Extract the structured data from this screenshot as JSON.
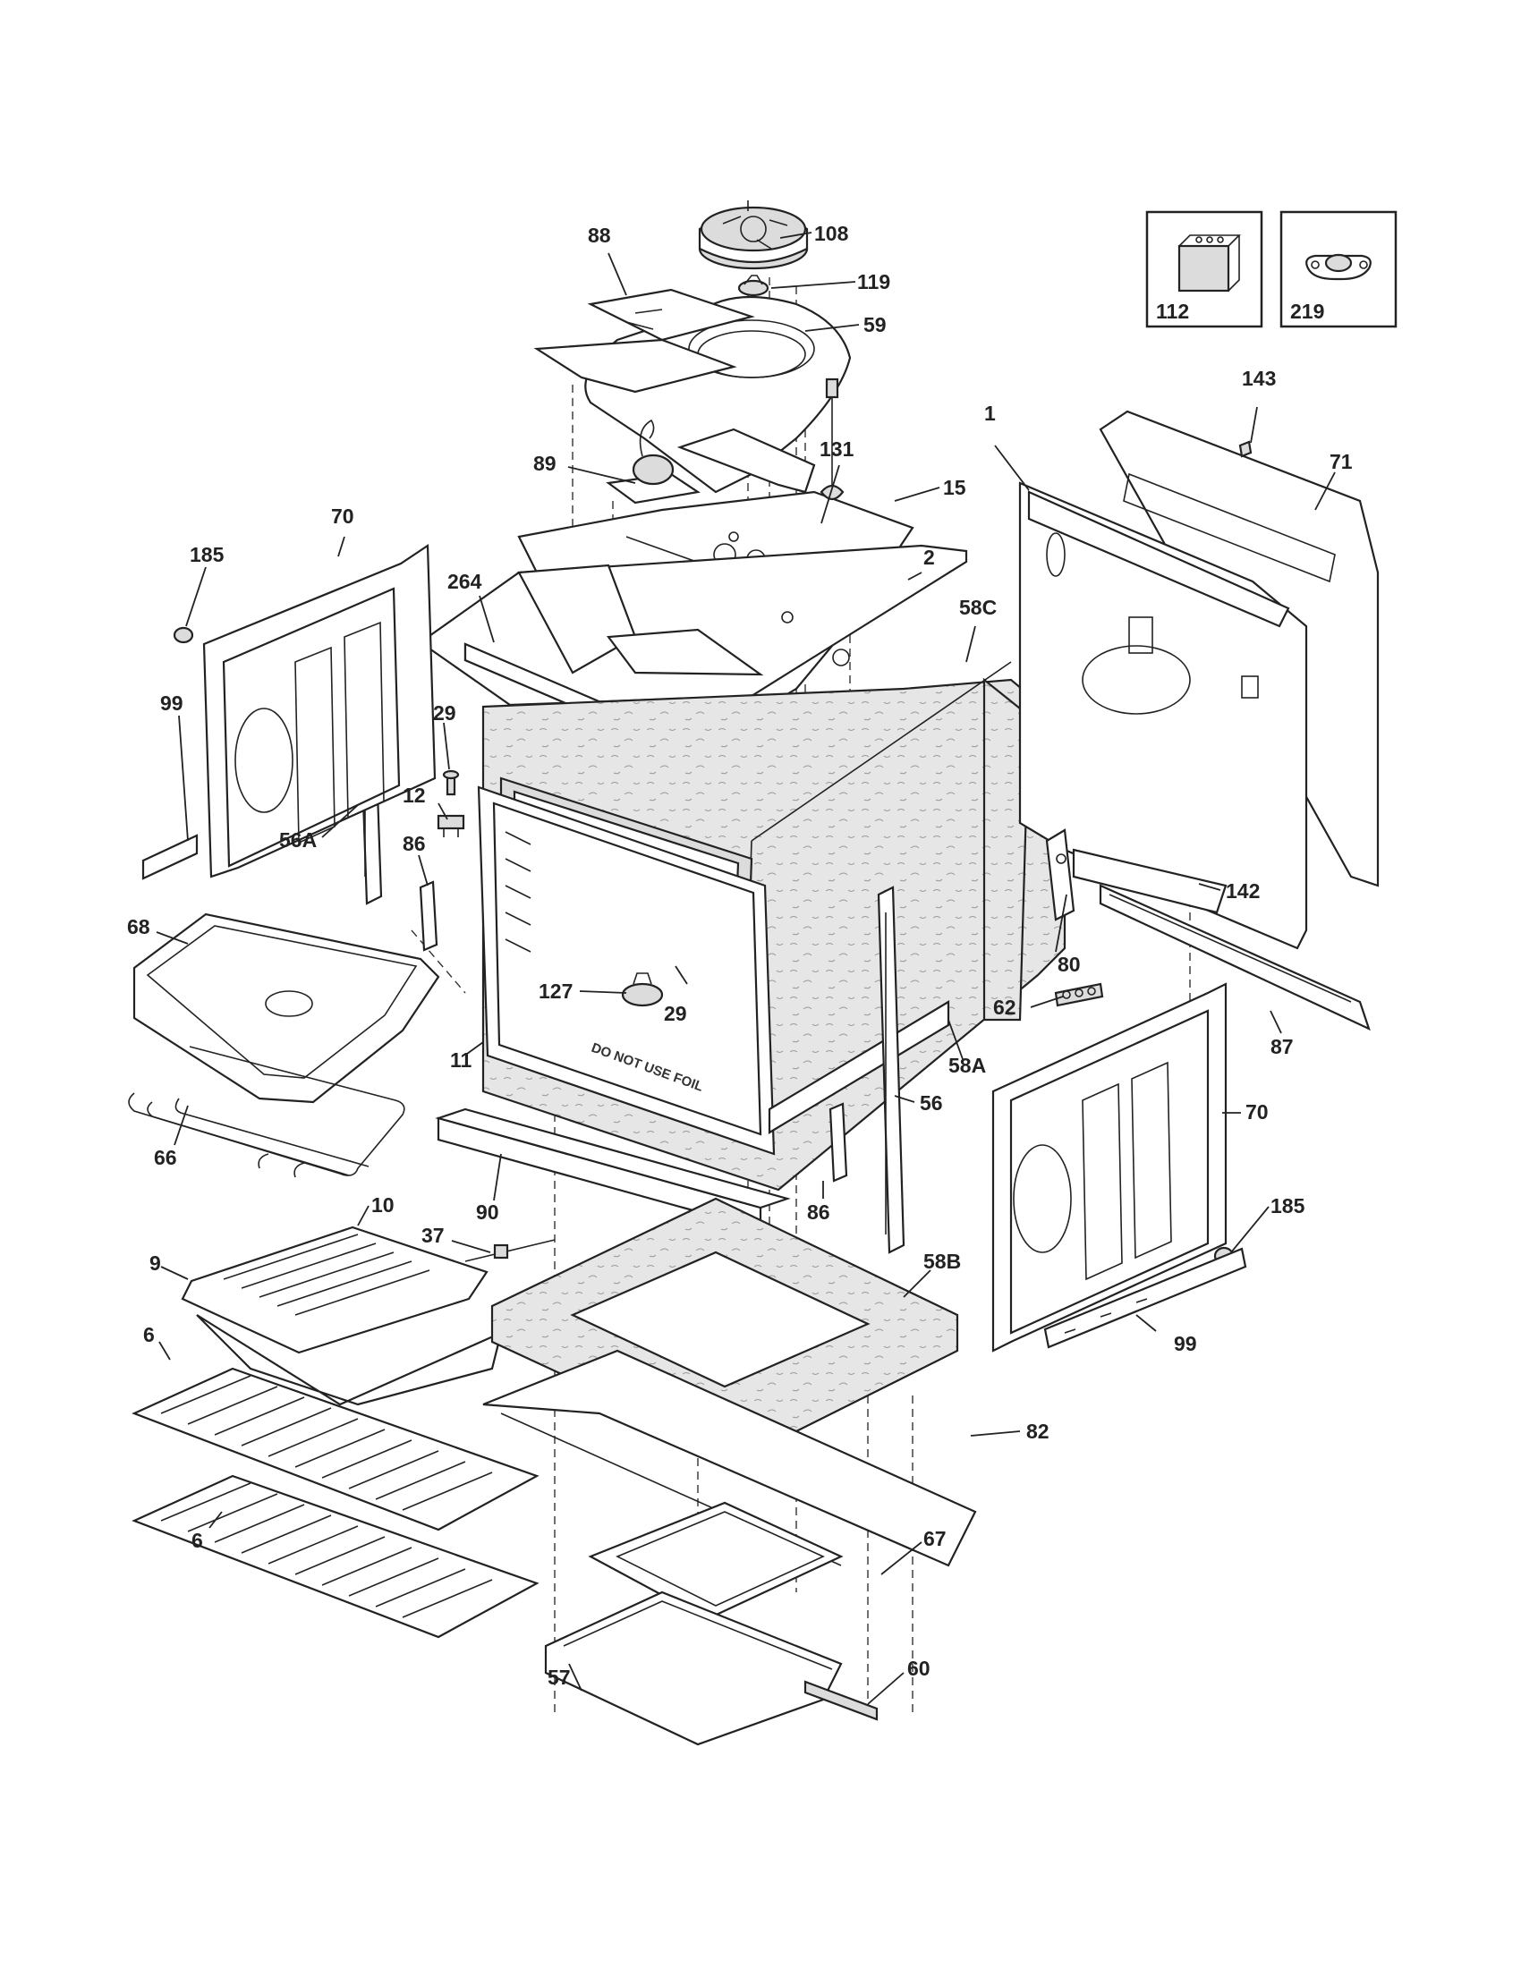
{
  "diagram": {
    "insets": [
      {
        "label": "112"
      },
      {
        "label": "219"
      }
    ],
    "callouts": [
      "108",
      "119",
      "88",
      "59",
      "89",
      "131",
      "15",
      "143",
      "71",
      "1",
      "2",
      "58C",
      "264",
      "70",
      "185",
      "29",
      "99",
      "12",
      "56A",
      "86",
      "68",
      "127",
      "29",
      "11",
      "58A",
      "56",
      "62",
      "80",
      "142",
      "87",
      "66",
      "90",
      "86",
      "70",
      "185",
      "37",
      "10",
      "9",
      "58B",
      "99",
      "6",
      "82",
      "6",
      "67",
      "57",
      "60"
    ],
    "oven_floor_text": "DO NOT USE FOIL"
  }
}
